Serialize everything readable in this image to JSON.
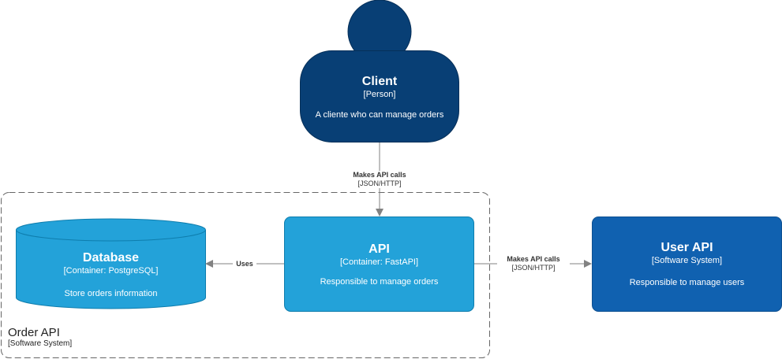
{
  "colors": {
    "person": "#083F75",
    "container": "#23A2D9",
    "external_system": "#1061B0",
    "arrow": "#828282",
    "boundary": "#666666"
  },
  "icons": {
    "person_head": "person-head-icon",
    "database": "cylinder-database-icon"
  },
  "client": {
    "title": "Client",
    "type": "[Person]",
    "description": "A cliente who can manage orders"
  },
  "boundary": {
    "title": "Order API",
    "type": "[Software System]"
  },
  "api": {
    "title": "API",
    "type": "[Container: FastAPI]",
    "description": "Responsible to manage orders"
  },
  "database": {
    "title": "Database",
    "type": "[Container: PostgreSQL]",
    "description": "Store orders information"
  },
  "user_api": {
    "title": "User API",
    "type": "[Software System]",
    "description": "Responsible to manage users"
  },
  "edges": {
    "client_to_api": {
      "label": "Makes API calls",
      "technology": "[JSON/HTTP]"
    },
    "api_to_database": {
      "label": "Uses"
    },
    "api_to_user_api": {
      "label": "Makes API calls",
      "technology": "[JSON/HTTP]"
    }
  }
}
